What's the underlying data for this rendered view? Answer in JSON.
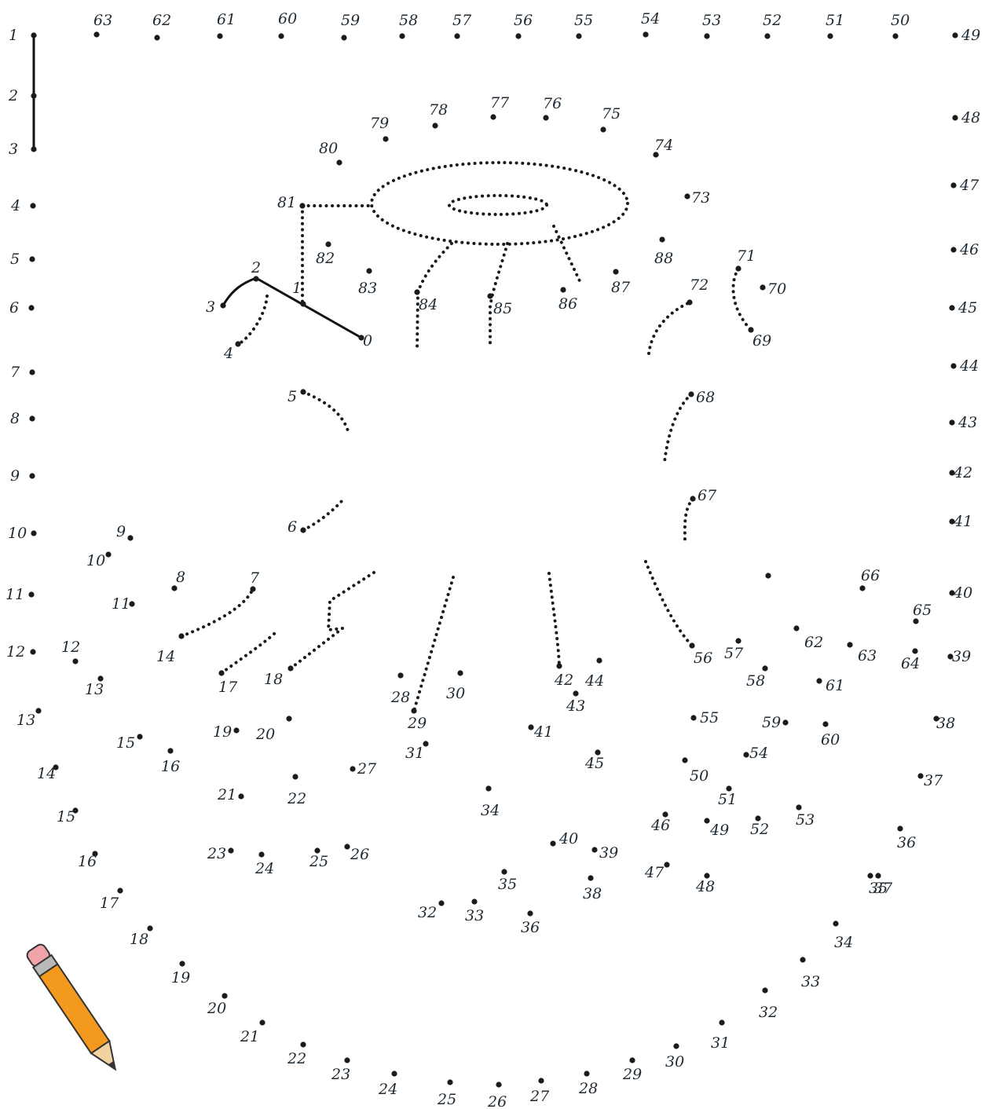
{
  "worksheet": {
    "icons": {
      "drawing_tool": "pencil-icon"
    },
    "colors": {
      "ink": "#1b1b1b",
      "pencil_body": "#f39a1e",
      "pencil_eraser": "#f0a3a8"
    },
    "border_labels": {
      "top": [
        "63",
        "62",
        "61",
        "60",
        "59",
        "58",
        "57",
        "56",
        "55",
        "54",
        "53",
        "52",
        "51",
        "50"
      ],
      "left": [
        "1",
        "2",
        "3",
        "4",
        "5",
        "6",
        "7",
        "8",
        "9",
        "10",
        "11",
        "12"
      ],
      "right": [
        "49",
        "48",
        "47",
        "46",
        "45",
        "44",
        "43",
        "42",
        "41",
        "40",
        "39"
      ],
      "bottom": [
        "13",
        "14",
        "15",
        "16",
        "17",
        "18",
        "19",
        "20",
        "21",
        "22",
        "23",
        "24",
        "25",
        "26",
        "27",
        "28",
        "29",
        "30",
        "31",
        "32",
        "33",
        "34",
        "35",
        "36",
        "37",
        "38"
      ]
    },
    "lid_labels": [
      "1",
      "2",
      "3",
      "4",
      "0",
      "5",
      "6",
      "67",
      "68",
      "69",
      "70",
      "71",
      "72",
      "73",
      "74",
      "75",
      "76",
      "77",
      "78",
      "79",
      "80",
      "81",
      "82",
      "83",
      "84",
      "85",
      "86",
      "87",
      "88"
    ],
    "body_labels": [
      "7",
      "8",
      "9",
      "10",
      "11",
      "12",
      "13",
      "14",
      "15",
      "16",
      "17",
      "18",
      "19",
      "20",
      "21",
      "22",
      "23",
      "24",
      "25",
      "26",
      "27",
      "28",
      "29",
      "30",
      "31",
      "32",
      "33",
      "34",
      "35",
      "36",
      "37",
      "38",
      "39",
      "40",
      "41",
      "42",
      "43",
      "44",
      "45",
      "46",
      "47",
      "48",
      "49",
      "50",
      "51",
      "52",
      "53",
      "54",
      "55",
      "56",
      "57",
      "58",
      "59",
      "60",
      "61",
      "62",
      "63",
      "64",
      "65",
      "66"
    ]
  }
}
